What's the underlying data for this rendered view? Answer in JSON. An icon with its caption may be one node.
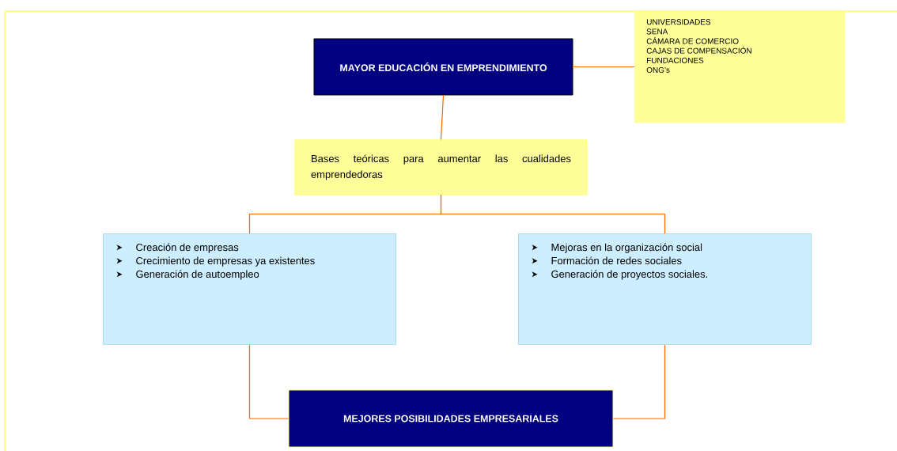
{
  "diagram": {
    "nodes": [
      {
        "text": [
          "MAYOR EDUCACIÓN EN EMPRENDIMIENTO"
        ]
      },
      {
        "text": [
          "UNIVERSIDADES",
          "SENA",
          "CÁMARA DE COMERCIO",
          "CAJAS DE COMPENSACIÓN",
          "FUNDACIONES",
          "ONG’s"
        ]
      },
      {
        "text": [
          "Bases teóricas para aumentar las cualidades emprendedoras"
        ]
      },
      {
        "text": [
          "Creación de empresas",
          "Crecimiento de empresas ya existentes",
          "Generación de autoempleo"
        ]
      },
      {
        "text": [
          "Mejoras en la organización social",
          "Formación de redes sociales",
          "Generación de proyectos sociales."
        ]
      },
      {
        "text": [
          "MEJORES POSIBILIDADES EMPRESARIALES"
        ]
      }
    ],
    "edges": [
      {
        "from": 0,
        "to": 1,
        "arrow": "none"
      },
      {
        "from": 0,
        "to": 2,
        "arrow": "none"
      },
      {
        "from": 2,
        "to": 3,
        "arrow": "none"
      },
      {
        "from": 2,
        "to": 4,
        "arrow": "none"
      },
      {
        "from": 3,
        "to": 5,
        "arrow": "none"
      },
      {
        "from": 4,
        "to": 5,
        "arrow": "none"
      }
    ]
  }
}
